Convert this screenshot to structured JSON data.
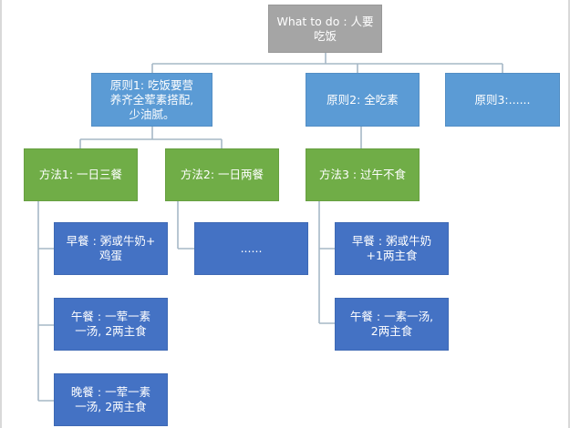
{
  "colors": {
    "goal": "#a5a5a5",
    "principle": "#5b9bd5",
    "method": "#70ad47",
    "meal": "#4472c4",
    "connector": "#a6b8c6"
  },
  "goal": {
    "lines": [
      "What to do : 人要",
      "吃饭"
    ]
  },
  "principles": [
    {
      "lines": [
        "原则1: 吃饭要营",
        "养齐全荤素搭配,",
        "少油腻。"
      ]
    },
    {
      "lines": [
        "原则2: 全吃素"
      ]
    },
    {
      "lines": [
        "原则3:......"
      ]
    }
  ],
  "methods": [
    {
      "lines": [
        "方法1: 一日三餐"
      ]
    },
    {
      "lines": [
        "方法2: 一日两餐"
      ]
    },
    {
      "lines": [
        "方法3 : 过午不食"
      ]
    }
  ],
  "meals": {
    "method1": [
      {
        "lines": [
          "早餐 : 粥或牛奶+",
          "鸡蛋"
        ]
      },
      {
        "lines": [
          "午餐 : 一荤一素",
          "一汤, 2两主食"
        ]
      },
      {
        "lines": [
          "晚餐 : 一荤一素",
          "一汤, 2两主食"
        ]
      }
    ],
    "method2": [
      {
        "lines": [
          "......"
        ]
      }
    ],
    "method3": [
      {
        "lines": [
          "早餐 : 粥或牛奶",
          "+1两主食"
        ]
      },
      {
        "lines": [
          "午餐 : 一素一汤,",
          "2两主食"
        ]
      }
    ]
  }
}
